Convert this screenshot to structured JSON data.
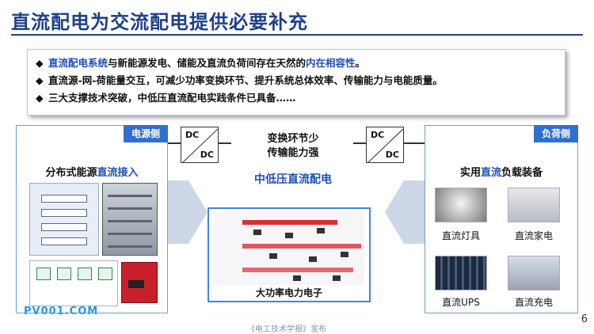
{
  "title": "直流配电为交流配电提供必要补充",
  "bullets": [
    {
      "mark": "◆",
      "parts": [
        {
          "text": "直流配电系统",
          "blue": true
        },
        {
          "text": "与新能源发电、储能及直流负荷间存在天然的",
          "blue": false
        },
        {
          "text": "内在相容性",
          "blue": true
        },
        {
          "text": "。",
          "blue": false
        }
      ]
    },
    {
      "mark": "◆",
      "parts": [
        {
          "text": "直流源-网-荷能量交互，可减少功率变换环节、提升系统总体效率、传输能力与电能质量。",
          "blue": false
        }
      ]
    },
    {
      "mark": "◆",
      "parts": [
        {
          "text": "三大支撑技术突破，中低压直流配电实践条件已具备……",
          "blue": false
        }
      ]
    }
  ],
  "left_panel": {
    "tag": "电源侧",
    "head_prefix": "分布式能源",
    "head_highlight": "直流接入",
    "watermark": "PV001.COM"
  },
  "converter": {
    "top": "DC",
    "bottom": "DC"
  },
  "middle": {
    "line1": "变换环节少",
    "line2": "传输能力强",
    "center_title": "中低压直流配电",
    "chart_caption": "大功率电力电子"
  },
  "right_panel": {
    "tag": "负荷侧",
    "head_prefix": "实用",
    "head_highlight": "直流",
    "head_suffix": "负载装备",
    "products": [
      "直流灯具",
      "直流家电",
      "直流UPS",
      "直流充电"
    ]
  },
  "footer_note": "《电工技术学报》发布",
  "page_number": "6",
  "colors": {
    "title": "#1f3f8a",
    "accent": "#1f4fb8",
    "tag": "#2f6fcf",
    "frame": "#6fa0d8"
  }
}
